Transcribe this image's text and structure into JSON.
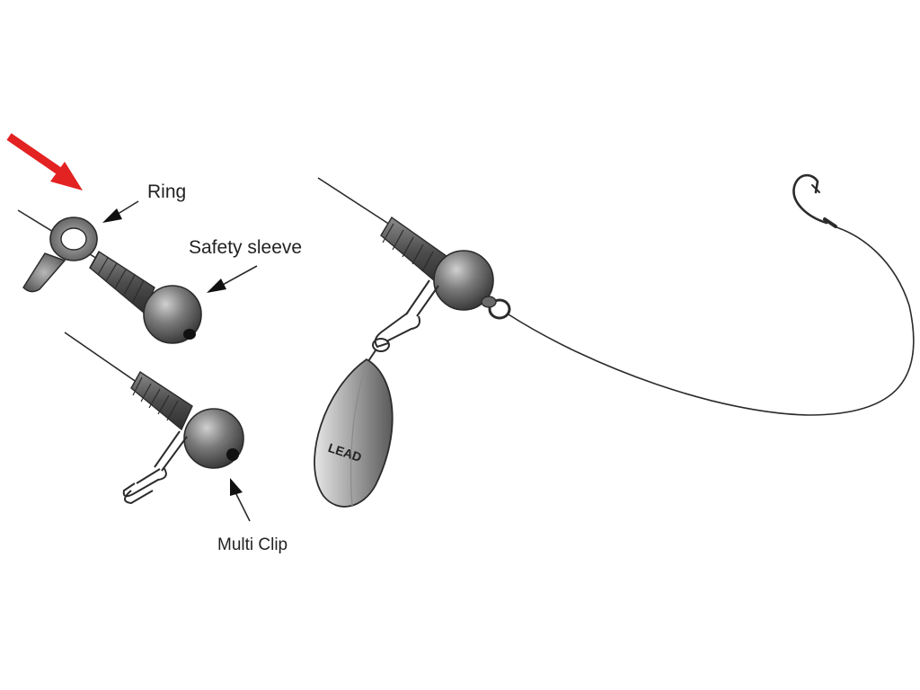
{
  "labels": {
    "ring": "Ring",
    "safety_sleeve": "Safety sleeve",
    "multi_clip": "Multi Clip",
    "lead": "LEAD"
  },
  "colors": {
    "line": "#2b2b2b",
    "metal_dark": "#4a4a4a",
    "metal_mid": "#7a7a7a",
    "metal_light": "#c4c4c4",
    "lead_light": "#d6d6d6",
    "highlight_arrow": "#e32222",
    "label_text": "#222222"
  },
  "icons": {
    "highlight": "red-arrow-icon",
    "hook": "hook-icon",
    "lead_weight": "lead-weight-icon"
  }
}
